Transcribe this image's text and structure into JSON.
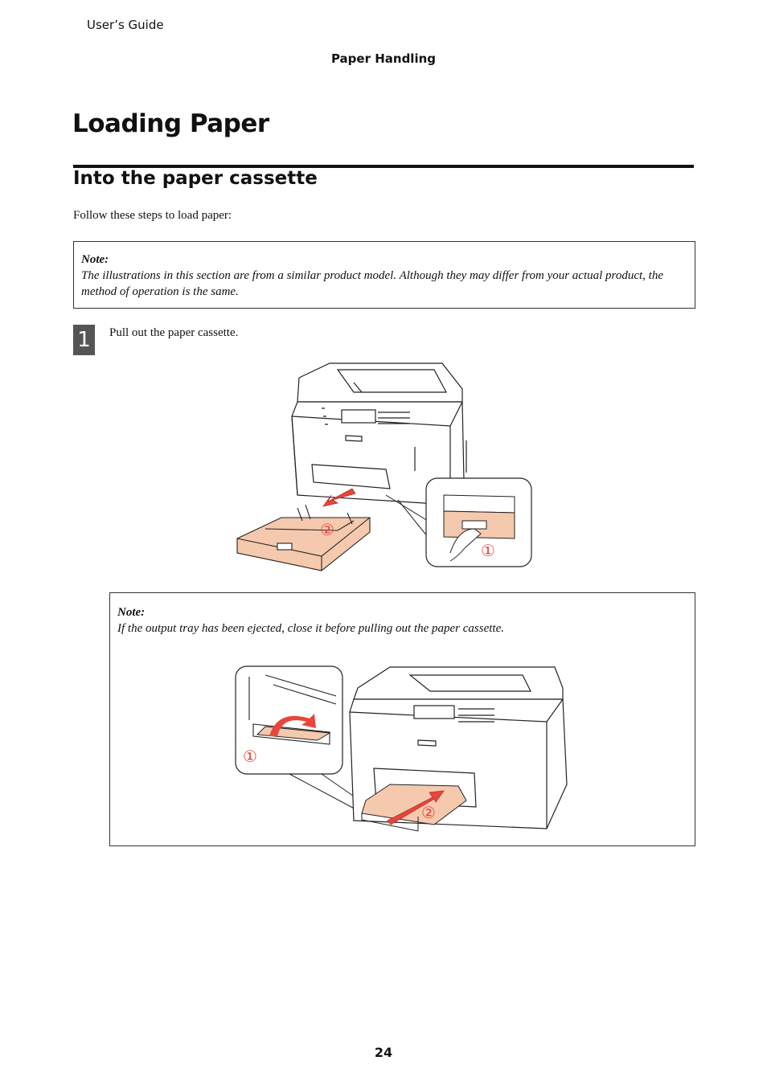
{
  "header": {
    "running_head": "User’s Guide",
    "section": "Paper Handling"
  },
  "title": "Loading Paper",
  "subsection": "Into the paper cassette",
  "intro": "Follow these steps to load paper:",
  "note1": {
    "label": "Note:",
    "text": "The illustrations in this section are from a similar product model. Although they may differ from your actual product, the method of operation is the same."
  },
  "step1": {
    "number": "1",
    "text": "Pull out the paper cassette."
  },
  "note2": {
    "label": "Note:",
    "text": "If the output tray has been ejected, close it before pulling out the paper cassette."
  },
  "illustration_callouts": {
    "fig1_callout_1": "①",
    "fig1_callout_2": "②",
    "fig2_callout_1": "①",
    "fig2_callout_2": "②"
  },
  "colors": {
    "highlight": "#f5c9ad",
    "arrow": "#e8463a",
    "line": "#222222"
  },
  "footer": {
    "page_number": "24"
  }
}
